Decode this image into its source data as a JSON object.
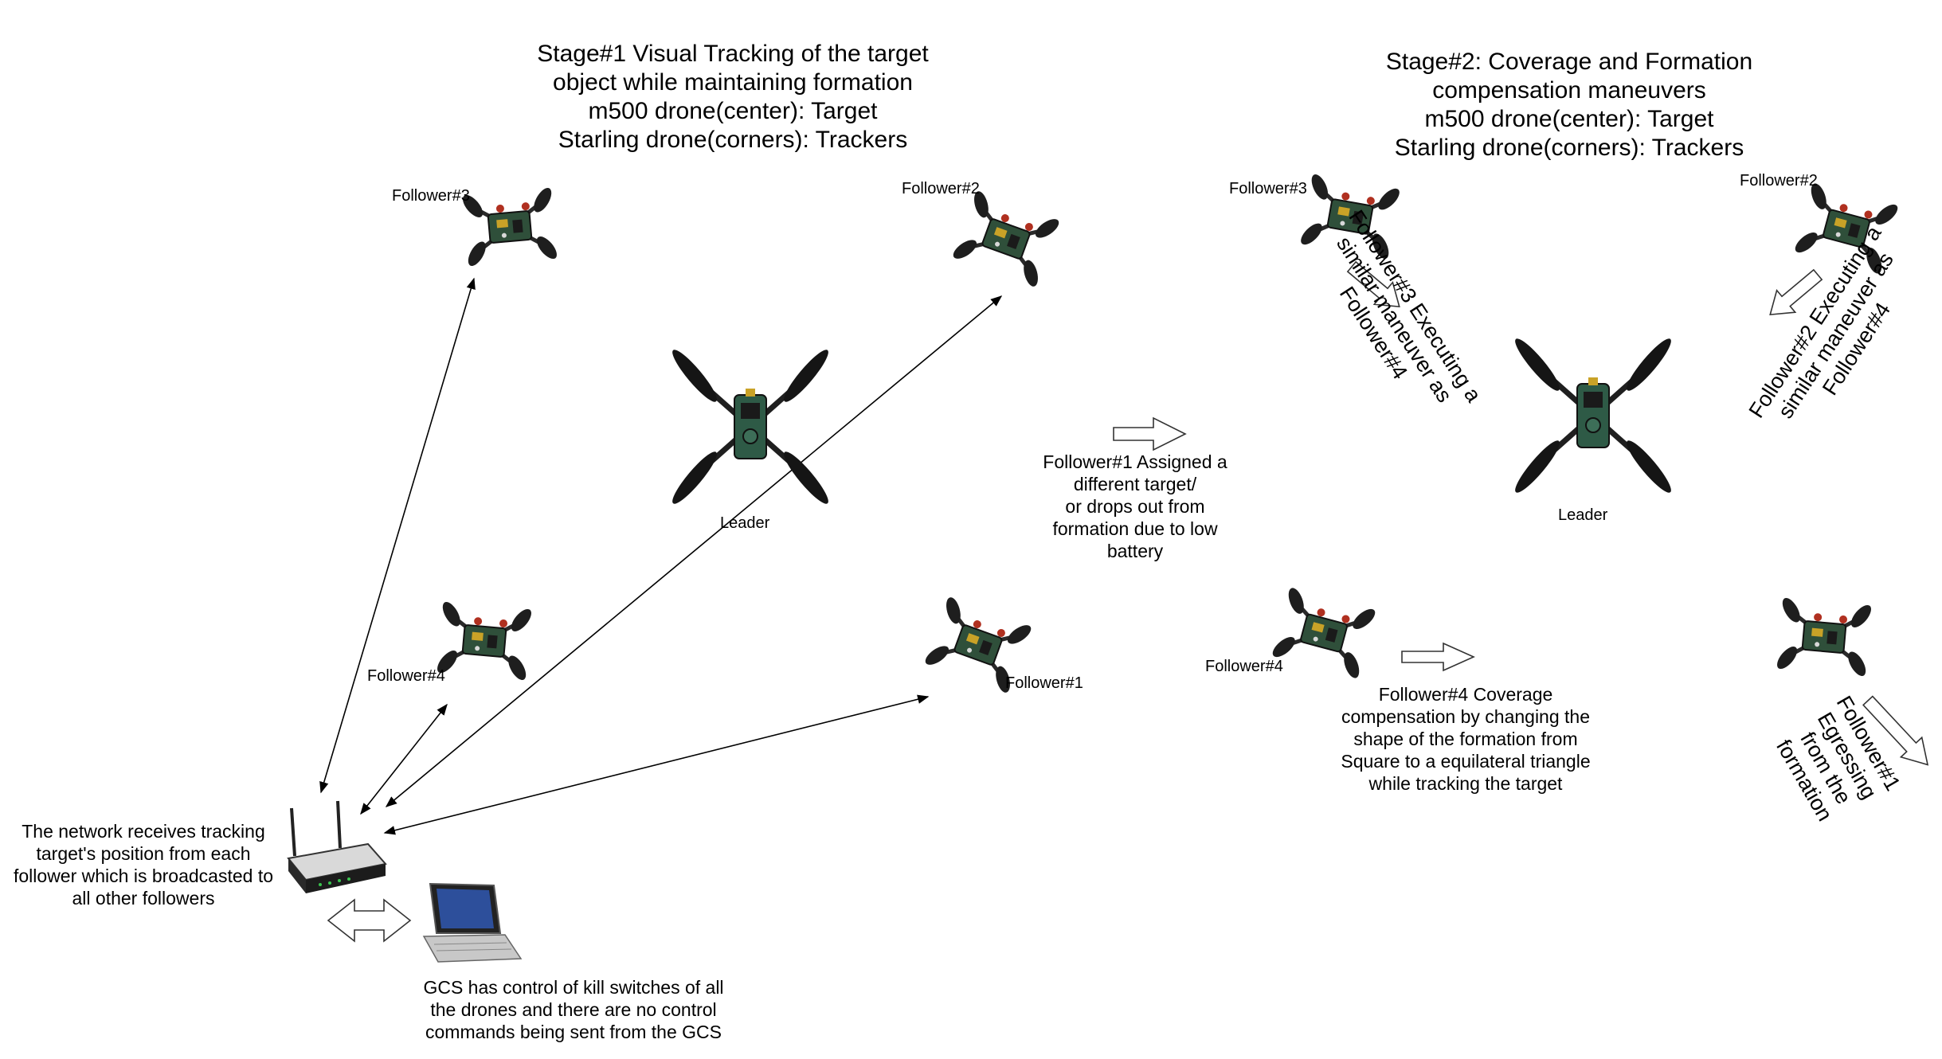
{
  "stage1": {
    "title": [
      "Stage#1 Visual Tracking of  the target",
      "object while maintaining formation",
      "m500 drone(center): Target",
      "Starling drone(corners): Trackers"
    ],
    "leader_label": "Leader",
    "follower1_label": "Follower#1",
    "follower2_label": "Follower#2",
    "follower3_label": "Follower#3",
    "follower4_label": "Follower#4"
  },
  "transition": {
    "note": [
      "Follower#1 Assigned a",
      "different target/",
      "or drops out from",
      "formation due to low",
      "battery"
    ]
  },
  "stage2": {
    "title": [
      "Stage#2: Coverage and Formation",
      "compensation maneuvers",
      "m500 drone(center): Target",
      "Starling drone(corners): Trackers"
    ],
    "leader_label": "Leader",
    "follower2_label": "Follower#2",
    "follower3_label": "Follower#3",
    "follower4_label": "Follower#4",
    "follower3_note": [
      "Follower#3 Executing a",
      "similar maneuver as",
      "Follower#4"
    ],
    "follower2_note": [
      "Follower#2 Executing a",
      "similar maneuver as",
      "Follower#4"
    ],
    "follower1_note": [
      "Follower#1",
      "Egressing",
      "from the",
      "formation"
    ],
    "follower4_note": [
      "Follower#4 Coverage",
      "compensation by changing the",
      "shape of the formation from",
      "Square to a equilateral triangle",
      "while tracking the target"
    ]
  },
  "network": {
    "note": [
      "The network receives tracking",
      "target's position from each",
      "follower which is broadcasted to",
      "all other followers"
    ]
  },
  "gcs": {
    "note": [
      "GCS has control of kill switches of all",
      "the drones and there are no control",
      "commands being sent from the GCS"
    ]
  }
}
